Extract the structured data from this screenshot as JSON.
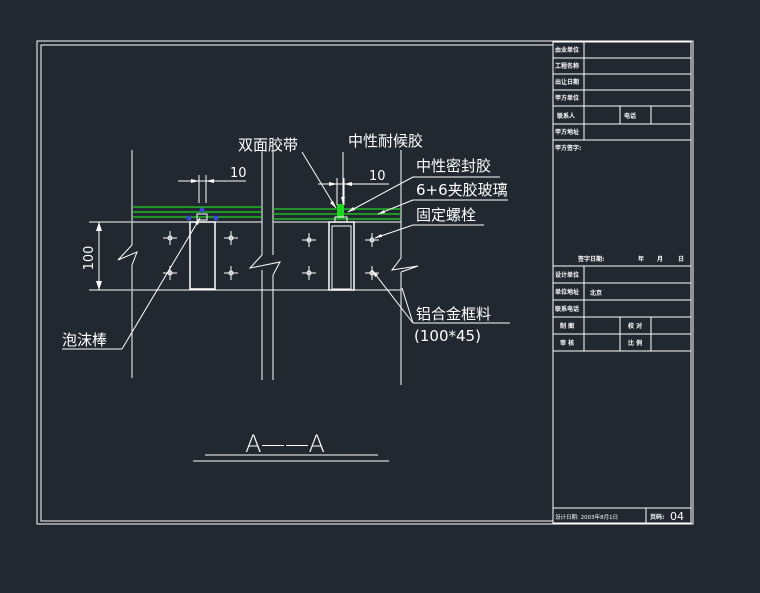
{
  "colors": {
    "background": "#212830",
    "line": "#ffffff",
    "glass": "#21d521",
    "marker": "#3a4ad8"
  },
  "labels": {
    "double_tape": "双面胶带",
    "weather_sealant": "中性耐候胶",
    "neutral_sealant": "中性密封胶",
    "laminated_glass": "6+6夹胶玻璃",
    "fixing_bolt": "固定螺栓",
    "foam_rod": "泡沫棒",
    "aluminum_frame": "铝合金框料",
    "aluminum_frame_size": "(100*45)",
    "dim_10_a": "10",
    "dim_10_b": "10",
    "dim_100": "100",
    "section": "A——A"
  },
  "title_block": {
    "r1": "由业单位",
    "r2": "工程名称",
    "r3": "出让日期",
    "r4": "甲方单位",
    "r5": "联系人",
    "r5b": "电话",
    "r6": "甲方地址",
    "r7": "甲方签字:",
    "date_label": "签字日期:",
    "year": "年",
    "month": "月",
    "day": "日",
    "d1": "设计单位",
    "d2": "单位地址",
    "d2v": "北京",
    "d3": "联系电话",
    "d4": "制 图",
    "d4b": "校 对",
    "d5": "审 核",
    "d5b": "比 例",
    "design_date": "设计日期:  2003年8月1日",
    "drawing_no_label": "页码:",
    "drawing_no": "04"
  }
}
